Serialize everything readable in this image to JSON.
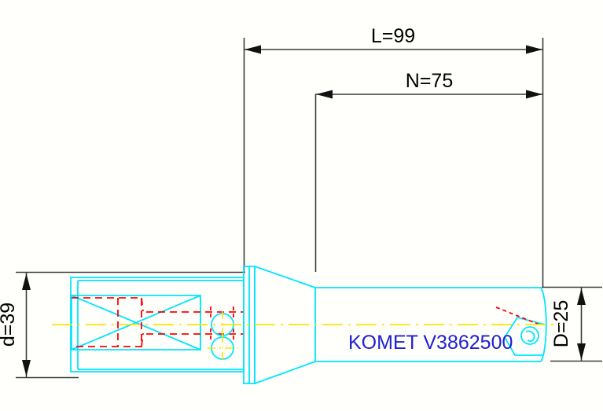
{
  "drawing": {
    "title": "KOMET V3862500 indexable insert drill technical drawing",
    "background_color": "#fffffc",
    "body_color": "#00e5ff",
    "hidden_color": "#ff0000",
    "center_color": "#ffe400",
    "dim_color": "#3a3a3a",
    "brand_color": "#2020d0"
  },
  "dimensions": {
    "overall_length": {
      "label": "L=99",
      "value": 99,
      "symbol": "L",
      "orientation": "horizontal",
      "position": "top"
    },
    "usable_length": {
      "label": "N=75",
      "value": 75,
      "symbol": "N",
      "orientation": "horizontal",
      "position": "top-inner"
    },
    "shank_diameter": {
      "label": "d=39",
      "value": 39,
      "symbol": "d",
      "orientation": "vertical-rotated",
      "position": "left"
    },
    "cutting_diameter": {
      "label": "D=25",
      "value": 25,
      "symbol": "D",
      "orientation": "vertical-rotated",
      "position": "right"
    }
  },
  "annotations": {
    "brand_part": "KOMET V3862500",
    "brand": "KOMET",
    "part_number": "V3862500"
  },
  "icons": {
    "insert_screw": "screw-head-icon",
    "coolant_hole_upper": "coolant-hole-icon",
    "coolant_hole_lower": "coolant-hole-icon"
  }
}
